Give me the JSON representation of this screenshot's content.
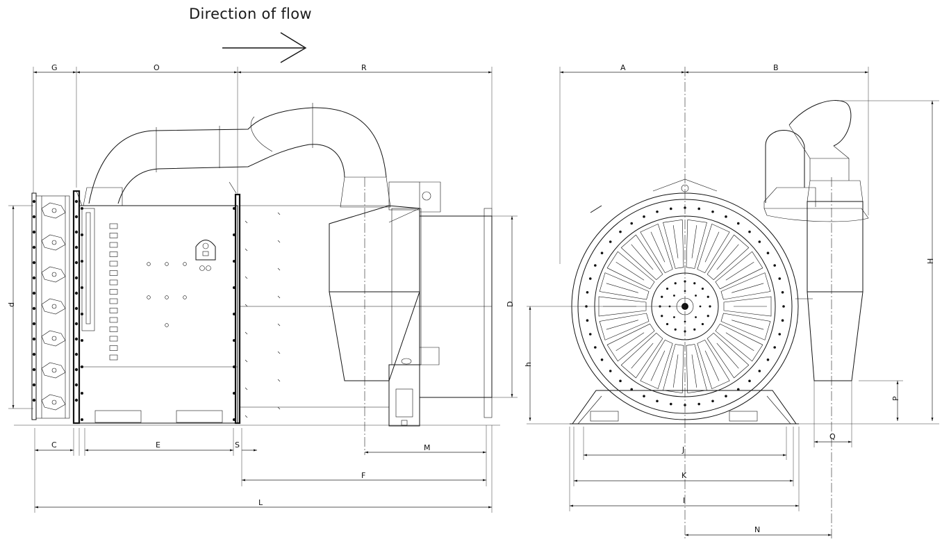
{
  "title": "Direction of flow",
  "labels": {
    "G": "G",
    "O": "O",
    "R": "R",
    "A": "A",
    "B": "B",
    "d": "d",
    "D": "D",
    "h": "h",
    "H": "H",
    "P": "P",
    "Q": "Q",
    "C": "C",
    "E": "E",
    "S": "S",
    "M": "M",
    "F": "F",
    "L": "L",
    "J": "J",
    "K": "K",
    "I": "I",
    "N": "N"
  }
}
